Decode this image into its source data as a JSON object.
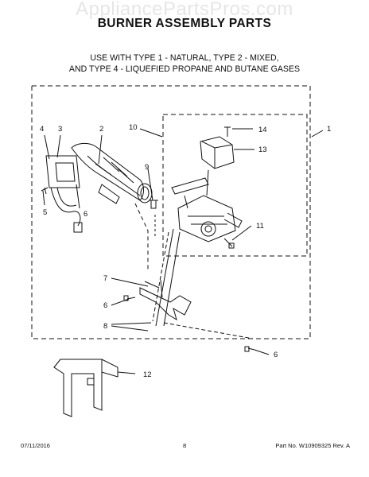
{
  "watermark": "AppliancePartsPros.com",
  "title": "BURNER ASSEMBLY PARTS",
  "subtitle": {
    "line1": "USE WITH TYPE 1 - NATURAL, TYPE 2 - MIXED,",
    "line2": "AND TYPE 4 - LIQUEFIED PROPANE AND BUTANE GASES"
  },
  "callouts": {
    "c1": "1",
    "c2": "2",
    "c3": "3",
    "c4": "4",
    "c5": "5",
    "c6a": "6",
    "c6b": "6",
    "c6c": "6",
    "c7": "7",
    "c8": "8",
    "c9": "9",
    "c10": "10",
    "c11": "11",
    "c12": "12",
    "c13": "13",
    "c14": "14"
  },
  "footer": {
    "date": "07/11/2016",
    "page": "8",
    "part_rev": "Part No. W10909325  Rev. A"
  }
}
